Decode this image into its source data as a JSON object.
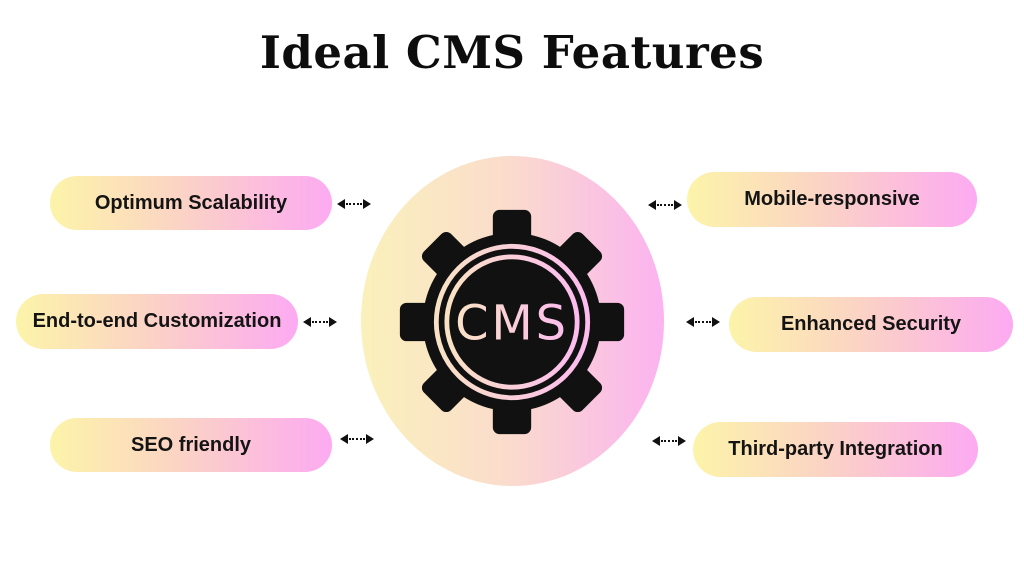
{
  "title": "Ideal CMS Features",
  "center": {
    "label": "CMS",
    "icon": "gear-icon"
  },
  "features": {
    "left": [
      {
        "label": "Optimum Scalability"
      },
      {
        "label": "End-to-end Customization"
      },
      {
        "label": "SEO friendly"
      }
    ],
    "right": [
      {
        "label": "Mobile-responsive"
      },
      {
        "label": "Enhanced Security"
      },
      {
        "label": "Third-party Integration"
      }
    ]
  },
  "colors": {
    "background": "#ffffff",
    "ink": "#111111",
    "title_color": "#0d0d0d",
    "pill_from": "#fcf4a9",
    "pill_mid": "#fbd2c6",
    "pill_to": "#fcaaf2",
    "circle_from": "#faf1bb",
    "circle_mid": "#fadccc",
    "circle_to": "#fbb3f0",
    "inner_from": "#f9e2c4",
    "inner_to": "#fcbcee"
  }
}
